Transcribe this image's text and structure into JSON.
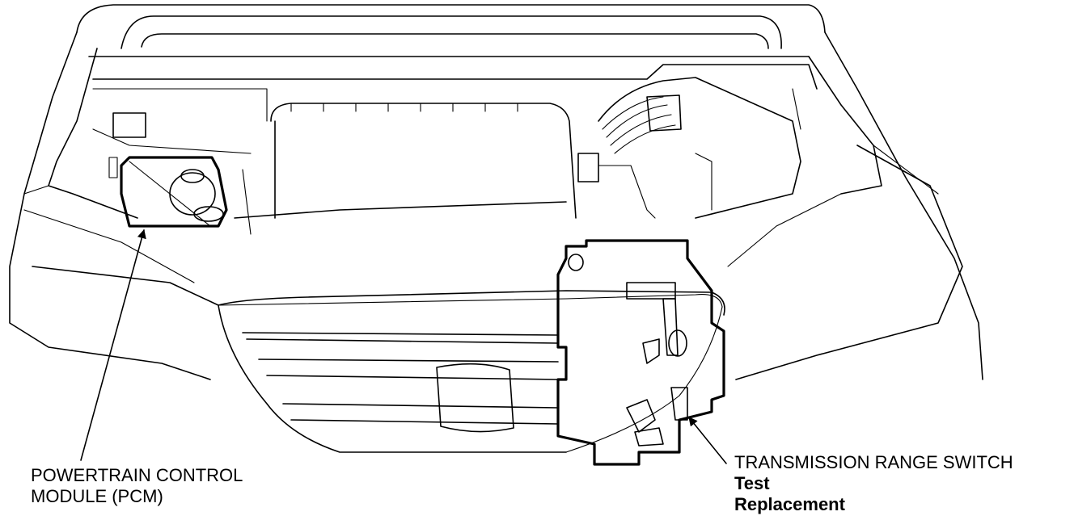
{
  "callouts": {
    "pcm": {
      "line1": "POWERTRAIN CONTROL",
      "line2": "MODULE (PCM)"
    },
    "trs": {
      "title": "TRANSMISSION RANGE SWITCH",
      "links": [
        "Test",
        "Replacement"
      ]
    }
  },
  "colors": {
    "line": "#000000",
    "background": "#ffffff"
  }
}
